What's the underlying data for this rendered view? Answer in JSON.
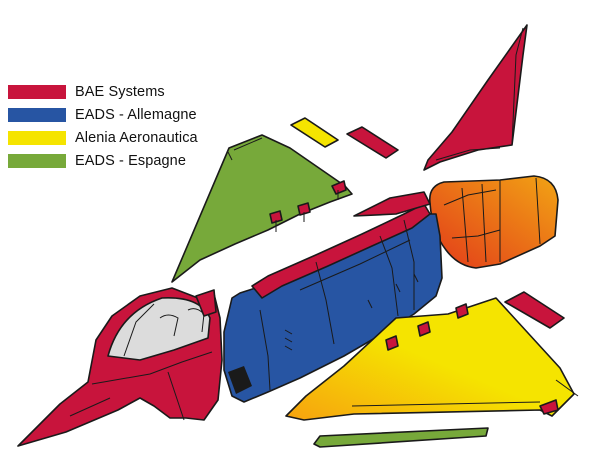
{
  "legend": [
    {
      "label": "BAE Systems",
      "color": "#c8143c"
    },
    {
      "label": "EADS - Allemagne",
      "color": "#2755a3"
    },
    {
      "label": "Alenia Aeronautica",
      "color": "#f5e400"
    },
    {
      "label": "EADS - Espagne",
      "color": "#77a93a"
    }
  ],
  "colors": {
    "bae": "#c8143c",
    "eads_de": "#2755a3",
    "alenia": "#f5e400",
    "eads_es": "#77a93a",
    "canopy": "#dcdcdc",
    "engine_hot": "#e23a1a",
    "engine_warm": "#f2a414"
  }
}
